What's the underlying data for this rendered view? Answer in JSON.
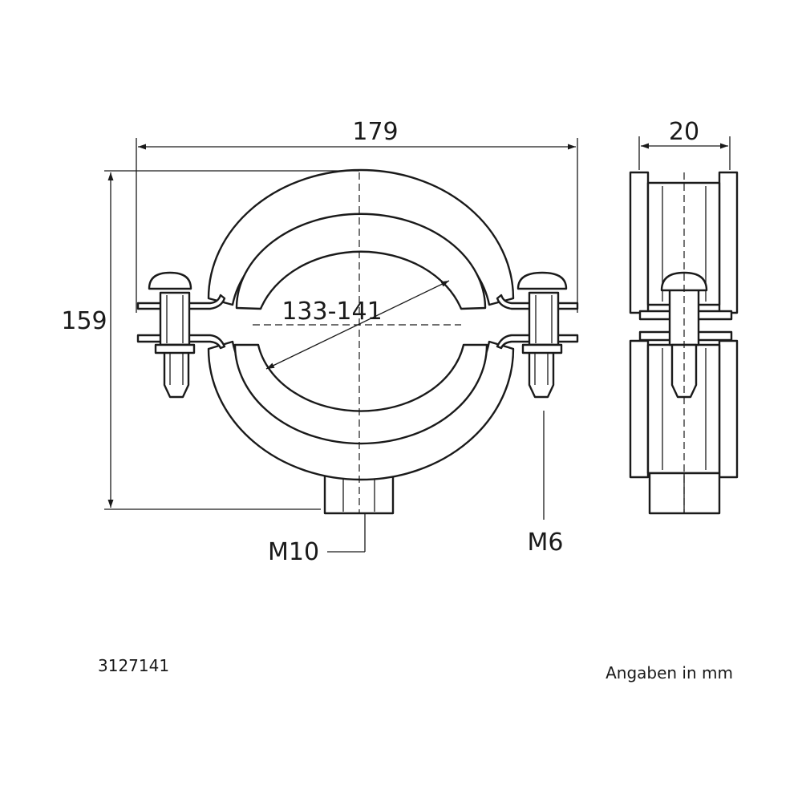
{
  "dimensions": {
    "width": "179",
    "height": "159",
    "pipe_range": "133-141",
    "depth": "20",
    "thread_bottom": "M10",
    "thread_screw": "M6"
  },
  "article_number": "3127141",
  "unit_note": "Angaben in mm",
  "colors": {
    "line": "#1a1a1a",
    "background": "#ffffff"
  }
}
